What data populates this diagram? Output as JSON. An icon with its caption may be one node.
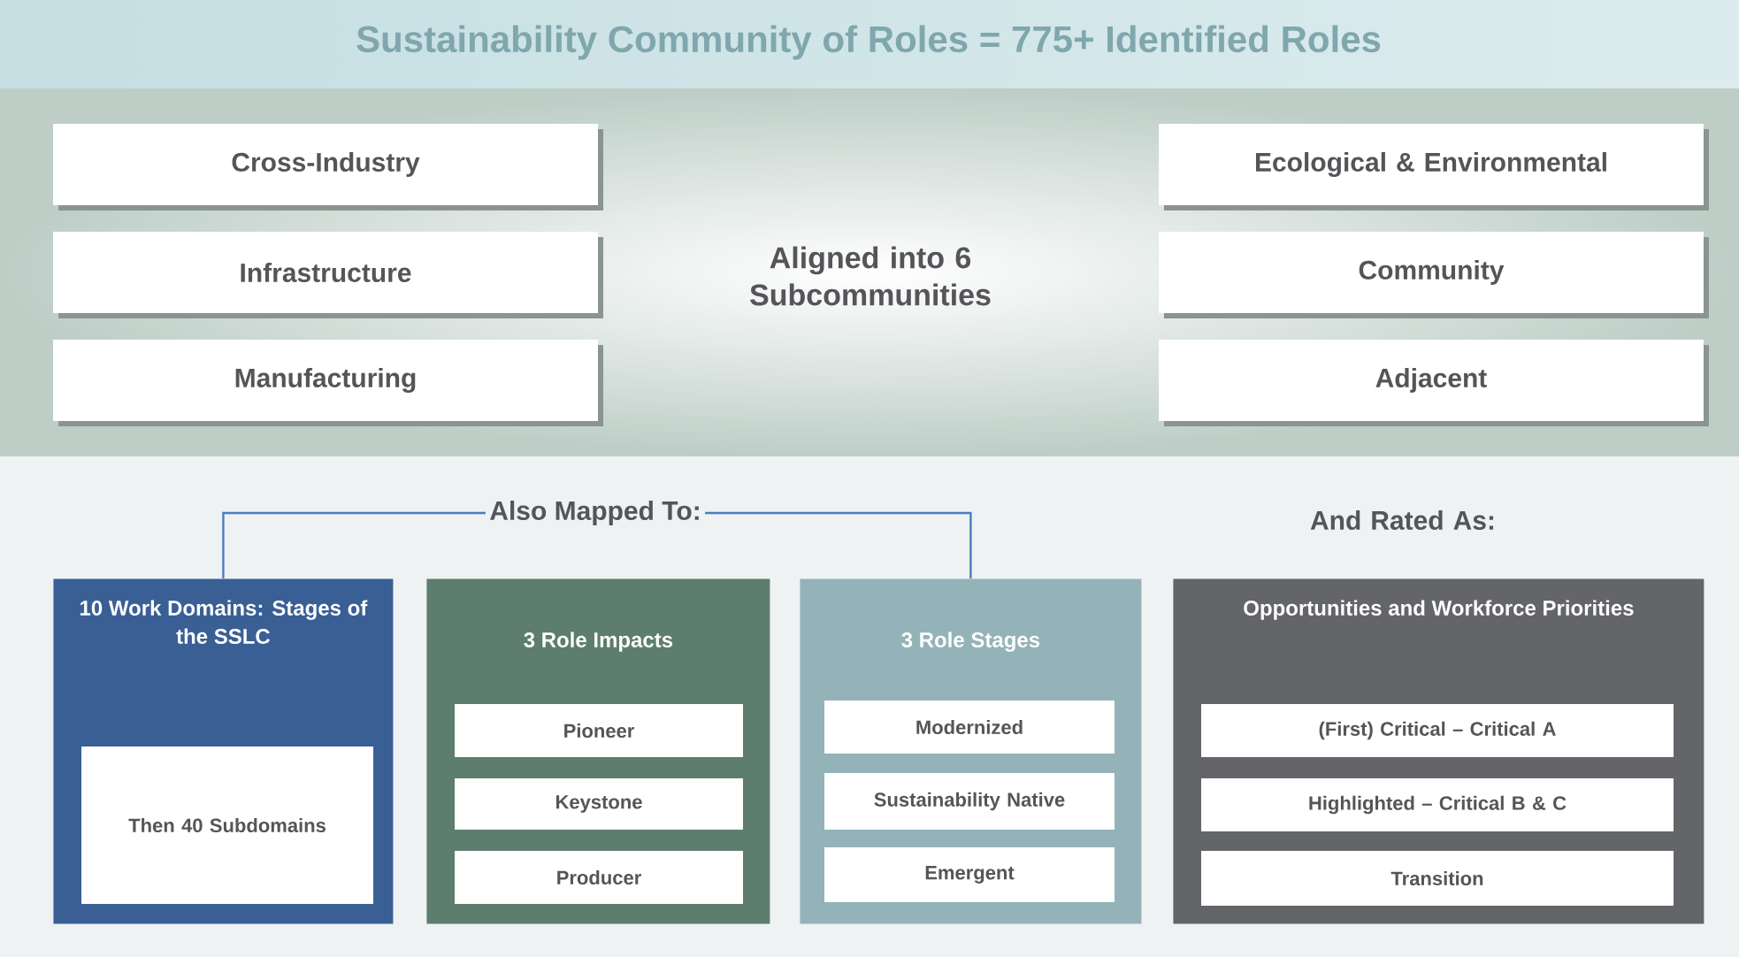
{
  "diagram": {
    "title": "Sustainability Community of Roles = 775+ Identified Roles",
    "nodes": [
      {
        "text": [
          "Cross-Industry"
        ]
      },
      {
        "text": [
          "Infrastructure"
        ]
      },
      {
        "text": [
          "Manufacturing"
        ]
      },
      {
        "text": [
          "Ecological & Environmental"
        ]
      },
      {
        "text": [
          "Community"
        ]
      },
      {
        "text": [
          "Adjacent"
        ]
      },
      {
        "text": [
          "Also Mapped To:"
        ]
      },
      {
        "text": [
          "10 Work Domains: Stages of the SSLC"
        ]
      },
      {
        "text": [
          "Then 40 Subdomains"
        ],
        "in": 7
      },
      {
        "text": [
          "3 Role Impacts"
        ]
      },
      {
        "text": [
          "Pioneer"
        ],
        "in": 9
      },
      {
        "text": [
          "Keystone"
        ],
        "in": 9
      },
      {
        "text": [
          "Producer"
        ],
        "in": 9
      },
      {
        "text": [
          "3 Role Stages"
        ]
      },
      {
        "text": [
          "Modernized"
        ],
        "in": 13
      },
      {
        "text": [
          "Sustainability Native"
        ],
        "in": 13
      },
      {
        "text": [
          "Emergent"
        ],
        "in": 13
      },
      {
        "text": [
          "Opportunities and Workforce Priorities"
        ]
      },
      {
        "text": [
          "(First) Critical – Critical A"
        ],
        "in": 17
      },
      {
        "text": [
          "Highlighted – Critical B & C"
        ],
        "in": 17
      },
      {
        "text": [
          "Transition"
        ],
        "in": 17
      }
    ],
    "edges": [
      {
        "from": 6,
        "to": 7,
        "arrow": "none"
      },
      {
        "from": 6,
        "to": 13,
        "arrow": "none"
      }
    ],
    "labels": [
      "Aligned into 6 Subcommunities",
      "And Rated As:"
    ]
  }
}
